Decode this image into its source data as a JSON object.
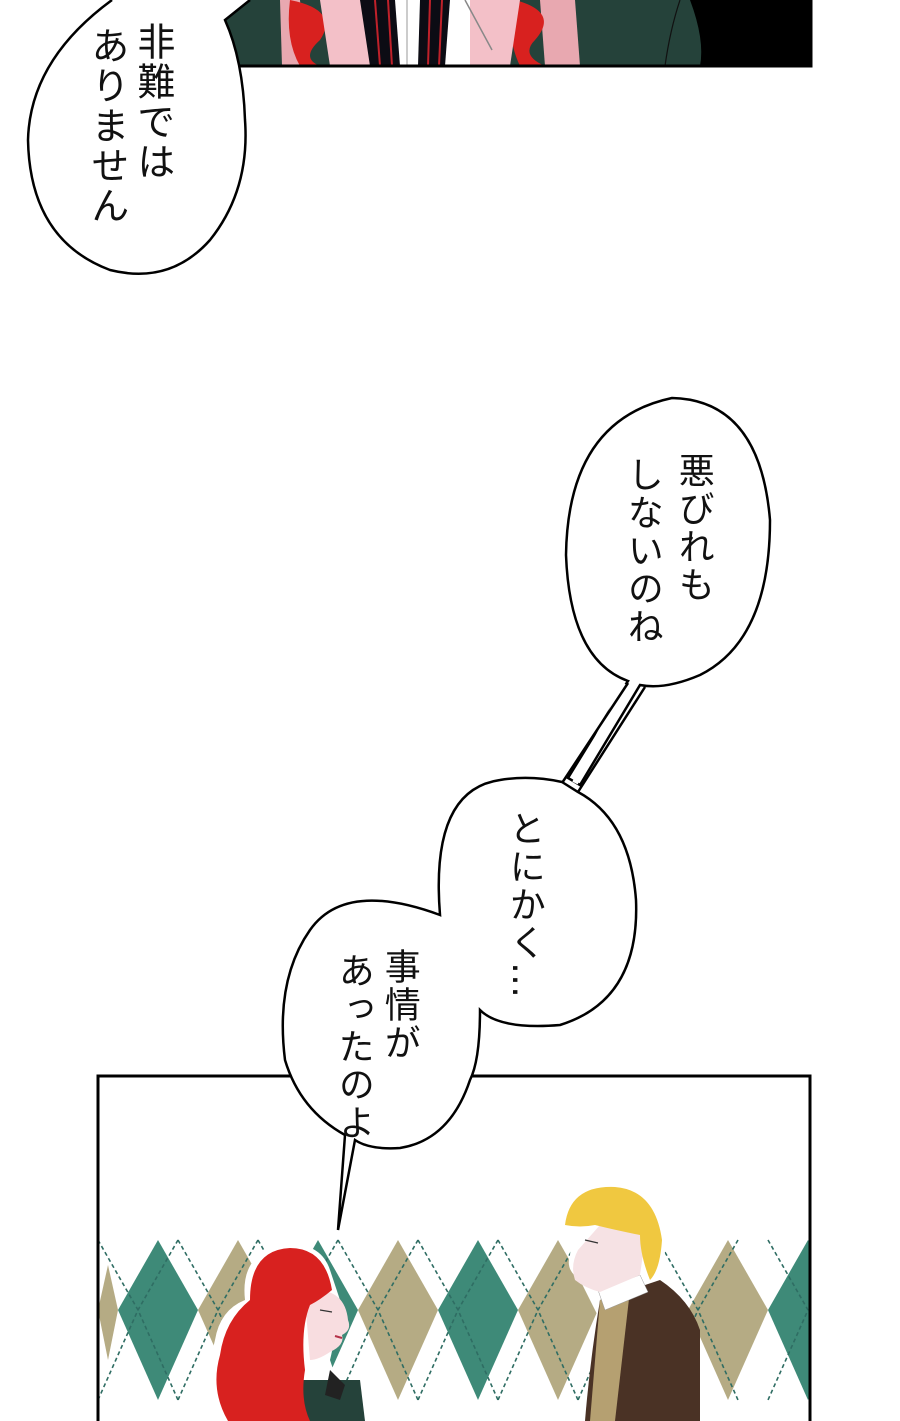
{
  "page": {
    "type": "vertical webtoon / manga strip",
    "background": "#ffffff"
  },
  "panels": [
    {
      "id": "top-panel",
      "content": "cropped bottom of character illustration: red wavy hair, dark green coat, black and red striped tie, pink lace collar",
      "colors": {
        "coat": "#25423a",
        "hair": "#d8211f",
        "skin": "#f0b8c0",
        "dark": "#000000"
      }
    },
    {
      "id": "bottom-panel",
      "content": "red-haired woman with closed eyes facing blond man in brown fur-trimmed coat, argyle background",
      "colors": {
        "argyle_green": "#3e8a78",
        "argyle_tan": "#b5ab84",
        "dash": "#2f6d63",
        "hair_red": "#d8211f",
        "hair_blond": "#f0c840",
        "coat_brown": "#4a3225",
        "coat_green": "#25423a"
      }
    }
  ],
  "speech_bubbles": [
    {
      "id": "bubble-1",
      "lines": [
        "非難では",
        "ありません"
      ]
    },
    {
      "id": "bubble-2",
      "lines": [
        "悪びれも",
        "しないのね"
      ]
    },
    {
      "id": "bubble-3",
      "lines": [
        "とにかく…"
      ]
    },
    {
      "id": "bubble-4",
      "lines": [
        "事情が",
        "あったのよ"
      ]
    }
  ]
}
